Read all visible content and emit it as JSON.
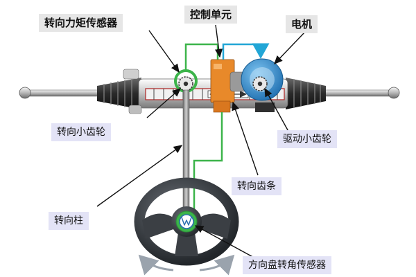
{
  "labels": {
    "steering_torque_sensor": "转向力矩传感器",
    "control_unit": "控制单元",
    "motor": "电机",
    "steering_pinion": "转向小齿轮",
    "drive_pinion": "驱动小齿轮",
    "steering_rack": "转向齿条",
    "steering_column": "转向柱",
    "steering_angle_sensor": "方向盘转角传感器"
  },
  "colors": {
    "signal_green": "#3cb44a",
    "control_orange": "#e8892a",
    "motor_blue": "#2a8fd6",
    "feedback_cyan": "#22a6d6",
    "label_bg": "#e6e6e6",
    "label_bg_light": "#e3e3f6",
    "wheel_dark": "#3b3f44"
  },
  "icons": {
    "wheel_logo": "vw-logo-icon"
  }
}
